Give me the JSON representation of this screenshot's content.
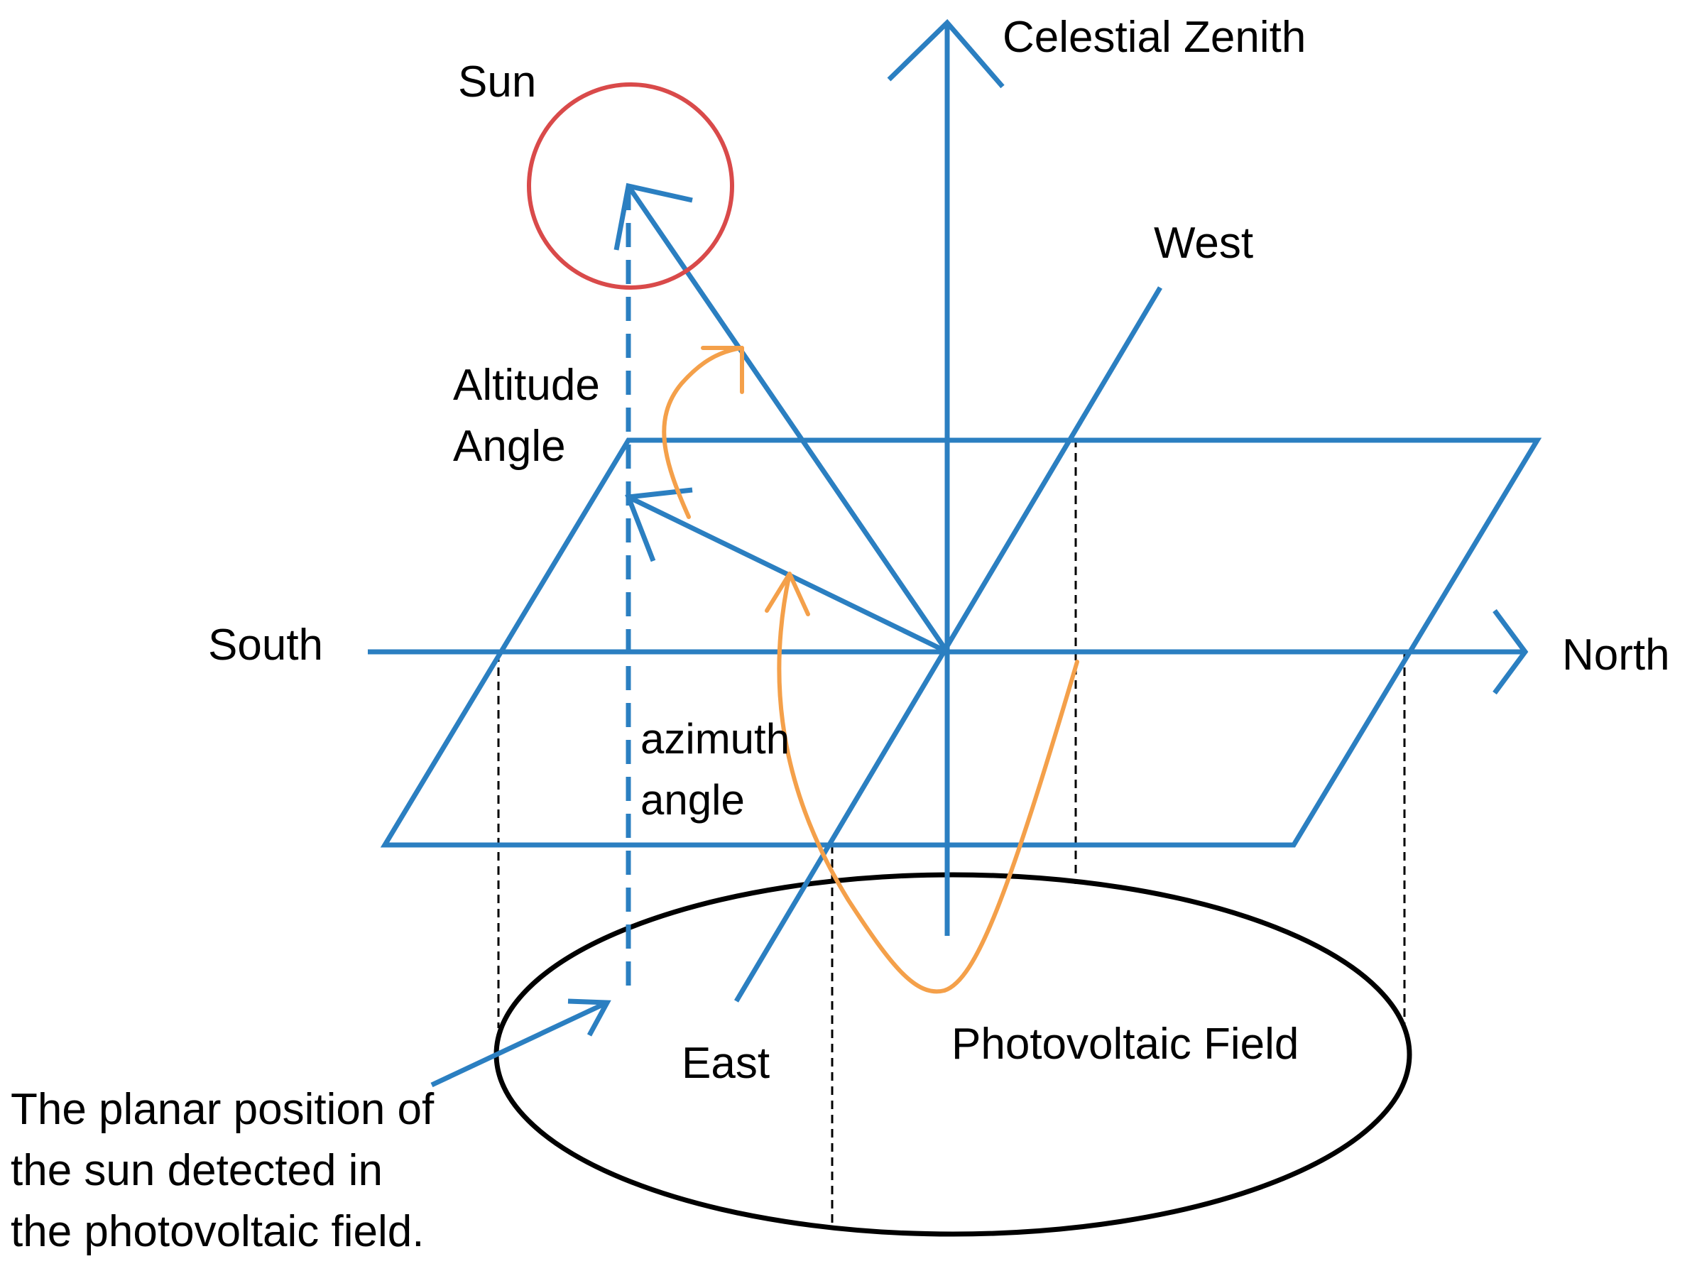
{
  "labels": {
    "celestial_zenith": "Celestial Zenith",
    "sun": "Sun",
    "west": "West",
    "altitude_angle_line1": "Altitude",
    "altitude_angle_line2": "Angle",
    "south": "South",
    "north": "North",
    "azimuth_angle_line1": "azimuth",
    "azimuth_angle_line2": "angle",
    "east": "East",
    "photovoltaic_field": "Photovoltaic Field",
    "planar_position_note": [
      "The planar position of",
      "the sun detected in",
      "the photovoltaic field."
    ]
  },
  "colors": {
    "axis_blue": "#2b7fc1",
    "sun_red": "#d94a4a",
    "angle_orange": "#f4a04a",
    "field_black": "#000000",
    "text": "#000000"
  }
}
